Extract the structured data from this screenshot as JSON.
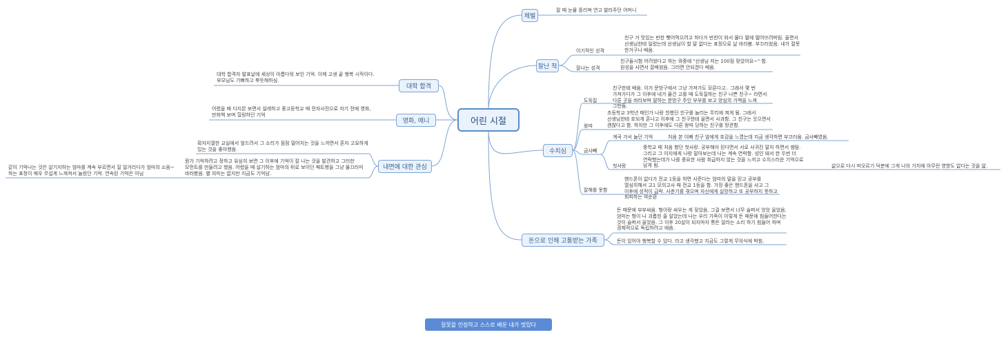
{
  "center": "어린 시절",
  "topics": {
    "punish": "체벌",
    "pretend": "잘난 척",
    "college": "대학 합격",
    "movie": "영화, 애니",
    "inner": "내면에 대한 관심",
    "shame": "수치심",
    "money": "돈으로 인해 고통받는 가족"
  },
  "subs": {
    "selfish": "이기적인 성격",
    "bluff": "잘나는 성격",
    "steal": "도둑질",
    "bully": "왕따",
    "lie": "금사빼",
    "first_love": "첫사랑",
    "sell": "잘해를 못함"
  },
  "leaves": {
    "punish": "잘 때 눈물 흘리며 연고 발라주던 어머니",
    "selfish": "친구 거 맛있는 반찬 뺏어먹으려고 하다가 반찬이 와서 물다 딸에 떨어뜨려버림. 울면서 선생님한테 일렀는데 선생님이 할 말 없다는 표정으로 날 바라봄. 부끄러웠음. 내가 잘못 한거구나 배움.",
    "bluff": "친구들시험 어려웠다고 하는 와중에 \"선생님 저는 100점 맞았어요~\" 함. 원성을 사면서 잘배웠음. 그러면 안되겠다 배움.",
    "steal": "친구한테 배움. 이거 문방구에서 그냥 가져가도 모른다고.. 그래서 몇 번 가져가다가 그 이후에 내가 물건 고를 때 도둑질하는 친구 나쁜 친구~ 라면서 다른 곳을 바라보며 말하는 문방구 주인 부부를 보고 양심의 가책을 느껴 그만둠.",
    "bully": "초등학교 3학년 때인가 나랑 친했던 친구를 놀리는 무리에 껴게 됨. 그래서 선생님한테 호되게 혼나고 이후에 그 친구한테 울면서 사과함. 그 친구는 웃으면서 괜찮다고 함. 하지만 그 이후에도 다른 왕따 당하는 친구를 방관함.",
    "lie": "계곡 가서 놀던 기억",
    "lie_detail": "처음 본 이빠 친구 앞에게 호감을 느꼈는데 지금 생각하면 부끄러움. 금사빼였음.",
    "first_love": "중학교 때 처음 봤던 첫사랑. 공부해야 된다면서 서로 사귀진 말자 하면서 썸탐. 그리고 그 이지에게 나랑 말아보는데 나는 계속 연락함. 성인 돼서 한 두번 더 연락했는데가 나를 중요한 사람 취급하지 않는 것을 느끼고 수치스러운 기억으로 남게 됨.",
    "shame_right": "삶으로 다시 떠오르기 덕분에 그게 나의 가치에 아무런 영향도 없다는 것을 앎.",
    "sell": "핸드폰이 없다가 전교 1등을 하면 사준다는 엄마의 말을 믿고 공부를 열심히해서 고1 모의고사 때 전교 1등을 함. 가장 좋은 핸드폰을 사고 그 이후에 성적이 급락. 사춘기를 겪으며 자신에게 실망하고 또 공부하지 못하고 회피하는 악순환",
    "college": "대학 합격자 발표날에 세상이 아름다워 보인 기억. 이제 고생 끝 행복 시작이다. 부모님도 기뻐하고 뿌듯해하심.",
    "movie": "어렸을 때 디지몬 보면서 설레하고 중고등학교 때 전자사전으로 자기 전에 영화, 만화책 보며 힐링하던 기억",
    "inner1": "확자지껄한 교실에서 엎드려서 그 소리가 점점 멀어지는 것을 느끼면서 혼자 고요하게 있는 것을 좋아했음.",
    "inner2": "뭔가 기억하려고 정하고 유심히 보면 그 이후에 기억이 잘 나는 것을 발견하고 그러한 모먼트를 만들려고 했음. 어렸을 때 살기하는 엄마의 뒤로 보이던 패트병을 그냥 물끄러미 바라봤음. 별 의미는 없지만 지금도 기억남.",
    "inner_left": "같이 기억나는 것은 살기지하는 엄마를 계속 부르면서 질 얼거리다가 엄마의 소음~ 하는 표정이 매우 무섭게 느껴져서 놀랐던 기억. 연속된 기억은 아님",
    "money1": "돈 때문에 부부싸움. 형이랑 싸우는 게 잦았음. 그걸 보면서 너무 슬퍼서 엉엉 울었음. 엄마는 형이 나 괴롭힌 줄 알았는데 나는 우리 가족이 이렇게 돈 때문에 힘들어한다는 것이 슬퍼서 울었음. 그 이후 20살이 되지마자 통돈 알라는 소리 하기 힘들어 하며 경제적으로 독립하려고 애씀.",
    "money2": "돈이 있어야 행복할 수 있다. 라고 생각했고 지금도 그렇게 무의식에 박힘."
  },
  "footer": "잘못을 인정하고 스스로 배운 내가 멋있다",
  "colors": {
    "line": "#7ba3d3",
    "topic_fill": "#eaf2fb",
    "footer_fill": "#5b8bd6"
  }
}
